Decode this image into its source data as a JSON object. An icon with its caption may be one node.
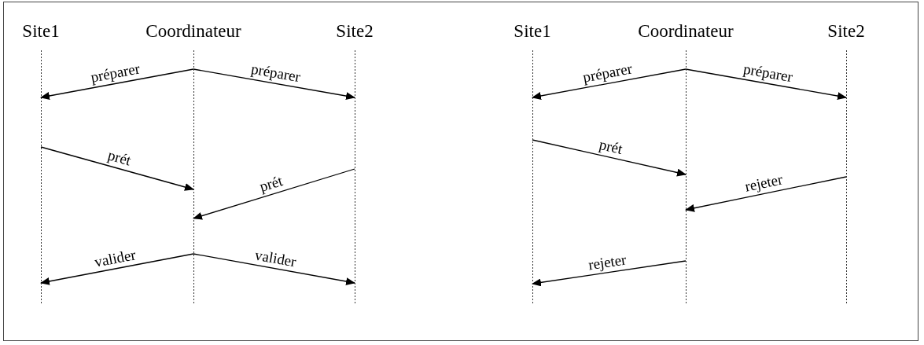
{
  "diagram": {
    "nodes": [
      {
        "text": [
          "Site1"
        ]
      },
      {
        "text": [
          "Coordinateur"
        ]
      },
      {
        "text": [
          "Site2"
        ]
      },
      {
        "text": [
          "Site1"
        ]
      },
      {
        "text": [
          "Coordinateur"
        ]
      },
      {
        "text": [
          "Site2"
        ]
      }
    ],
    "edges": [
      {
        "from": 1,
        "to": 0,
        "arrow": "to",
        "label": "préparer"
      },
      {
        "from": 1,
        "to": 2,
        "arrow": "to",
        "label": "préparer"
      },
      {
        "from": 0,
        "to": 1,
        "arrow": "to",
        "label": "prét"
      },
      {
        "from": 2,
        "to": 1,
        "arrow": "to",
        "label": "prét"
      },
      {
        "from": 1,
        "to": 0,
        "arrow": "to",
        "label": "valider"
      },
      {
        "from": 1,
        "to": 2,
        "arrow": "to",
        "label": "valider"
      },
      {
        "from": 4,
        "to": 3,
        "arrow": "to",
        "label": "préparer"
      },
      {
        "from": 4,
        "to": 5,
        "arrow": "to",
        "label": "préparer"
      },
      {
        "from": 3,
        "to": 4,
        "arrow": "to",
        "label": "prét"
      },
      {
        "from": 5,
        "to": 4,
        "arrow": "to",
        "label": "rejeter"
      },
      {
        "from": 4,
        "to": 3,
        "arrow": "to",
        "label": "rejeter"
      }
    ]
  }
}
